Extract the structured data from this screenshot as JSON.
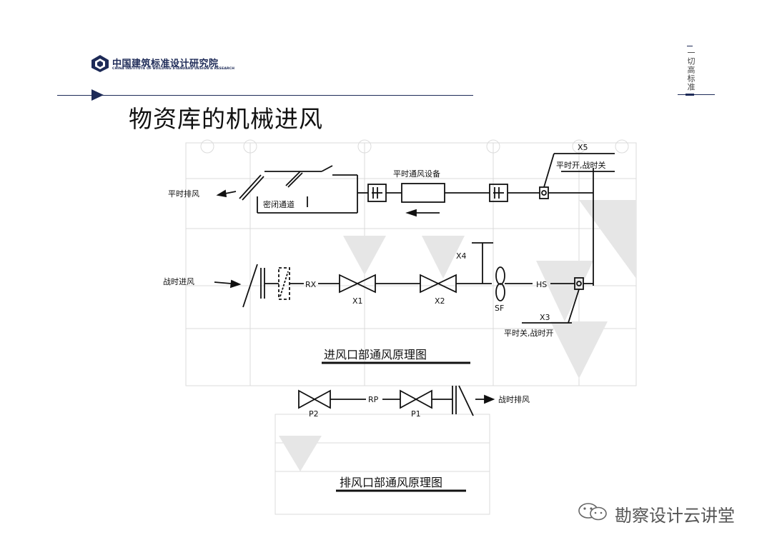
{
  "header": {
    "org_name_cn": "中国建筑标准设计研究院",
    "org_name_en": "CHINA INSTITUTE OF BUILDING STANDARD DESIGN & RESEARCH",
    "side_text": "一切高标准"
  },
  "slide": {
    "title": "物资库的机械进风"
  },
  "diagram": {
    "label_peace_exhaust": "平时排风",
    "label_sealed_passage": "密闭通道",
    "label_peace_equipment": "平时通风设备",
    "label_x5": "X5",
    "label_x5_note": "平时开,战时关",
    "label_x4": "X4",
    "label_war_intake": "战时进风",
    "label_rx": "RX",
    "label_x1": "X1",
    "label_x2": "X2",
    "label_sf": "SF",
    "label_hs": "HS",
    "label_x3": "X3",
    "label_x3_note": "平时关,战时开",
    "caption_intake": "进风口部通风原理图",
    "label_p2": "P2",
    "label_rp": "RP",
    "label_p1": "P1",
    "label_war_exhaust": "战时排风",
    "caption_exhaust": "排风口部通风原理图"
  },
  "watermark": {
    "text": "勘察设计云讲堂"
  },
  "colors": {
    "brand_navy": "#1d2a57"
  }
}
